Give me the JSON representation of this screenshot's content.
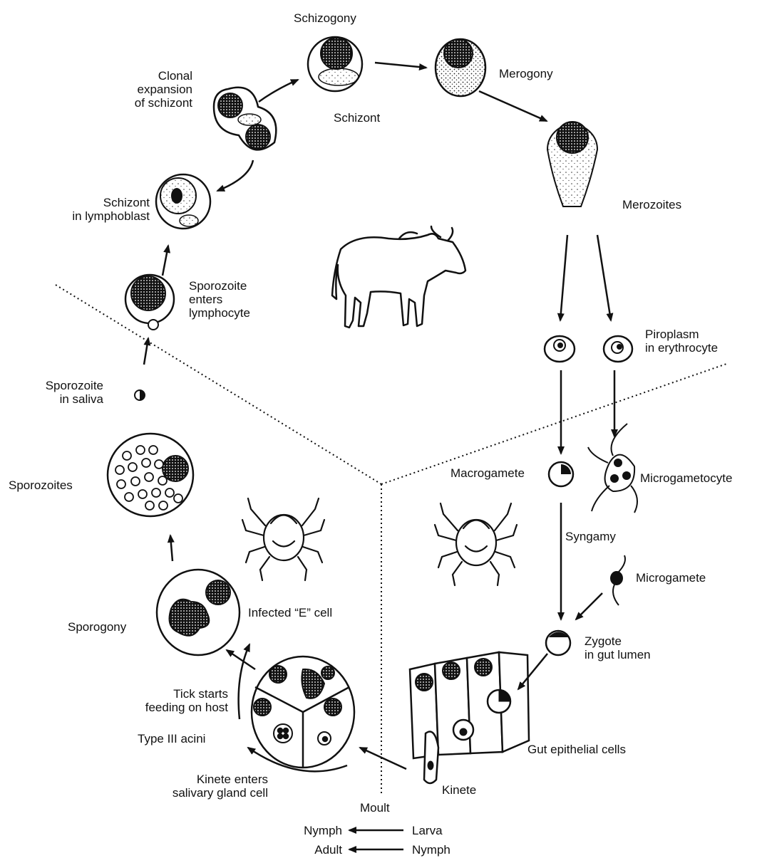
{
  "colors": {
    "ink": "#111111",
    "paper": "#ffffff",
    "stipple": "#333333"
  },
  "labels": {
    "schizogony": "Schizogony",
    "clonal_expansion": [
      "Clonal",
      "expansion",
      "of schizont"
    ],
    "merogony": "Merogony",
    "schizont": "Schizont",
    "schizont_in_lymphoblast": [
      "Schizont",
      "in lymphoblast"
    ],
    "merozoites": "Merozoites",
    "sporozoite_enters": [
      "Sporozoite",
      "enters",
      "lymphocyte"
    ],
    "piroplasm": [
      "Piroplasm",
      "in erythrocyte"
    ],
    "sporozoite_in_saliva": [
      "Sporozoite",
      "in saliva"
    ],
    "macrogamete": "Macrogamete",
    "microgametocyte": "Microgametocyte",
    "sporozoites": "Sporozoites",
    "syngamy": "Syngamy",
    "microgamete": "Microgamete",
    "infected_e_cell": "Infected “E” cell",
    "sporogony": "Sporogony",
    "zygote": [
      "Zygote",
      "in gut lumen"
    ],
    "tick_starts": [
      "Tick starts",
      "feeding on host"
    ],
    "type_iii_acini": "Type III acini",
    "gut_epithelial_cells": "Gut epithelial cells",
    "kinete_enters": [
      "Kinete enters",
      "salivary gland cell"
    ],
    "kinete": "Kinete",
    "moult": "Moult",
    "moult_rows": [
      {
        "from": "Larva",
        "to": "Nymph"
      },
      {
        "from": "Nymph",
        "to": "Adult"
      }
    ]
  },
  "icons": [
    "cattle-icon",
    "tick-icon"
  ]
}
